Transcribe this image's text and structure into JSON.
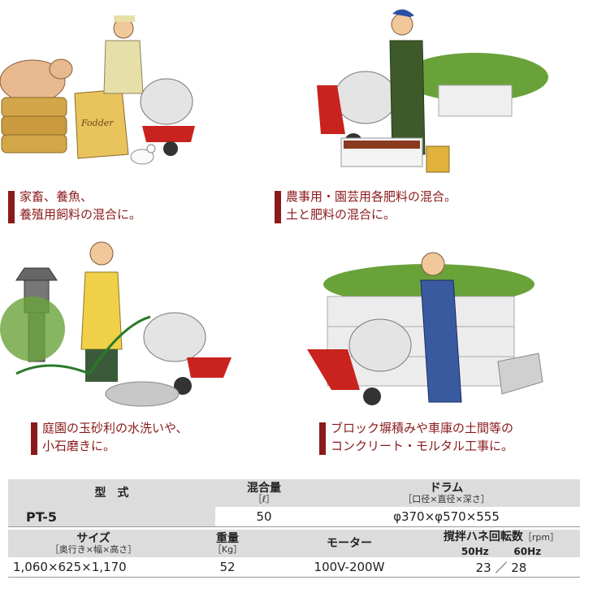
{
  "captions": [
    {
      "lines": [
        "家畜、養魚、",
        "養殖用飼料の混合に。"
      ]
    },
    {
      "lines": [
        "農事用・園芸用各肥料の混合。",
        "土と肥料の混合に。"
      ]
    },
    {
      "lines": [
        "庭園の玉砂利の水洗いや、",
        "小石磨きに。"
      ]
    },
    {
      "lines": [
        "ブロック塀積みや車庫の土間等の",
        "コンクリート・モルタル工事に。"
      ]
    }
  ],
  "illustrations": {
    "sack_label": "Fodder"
  },
  "spec": {
    "header1": {
      "model": "型　式",
      "capacity": "混合量",
      "capacity_unit": "［ℓ］",
      "drum": "ドラム",
      "drum_sub": "［口径×直径×深さ］"
    },
    "row1": {
      "model": "PT-5",
      "capacity": "50",
      "drum": "φ370×φ570×555"
    },
    "header2": {
      "size": "サイズ",
      "size_sub": "［奥行き×幅×高さ］",
      "weight": "重量",
      "weight_unit": "［Kg］",
      "motor": "モーター",
      "rpm": "撹拌ハネ回転数",
      "rpm_unit": "［rpm］",
      "hz50": "50Hz",
      "hz60": "60Hz"
    },
    "row2": {
      "size": "1,060×625×1,170",
      "weight": "52",
      "motor": "100V-200W",
      "rpm": "23 ／ 28"
    }
  },
  "colors": {
    "accent": "#8b1a1a",
    "header_bg": "#dcdcdc",
    "mixer_red": "#c8231e"
  }
}
